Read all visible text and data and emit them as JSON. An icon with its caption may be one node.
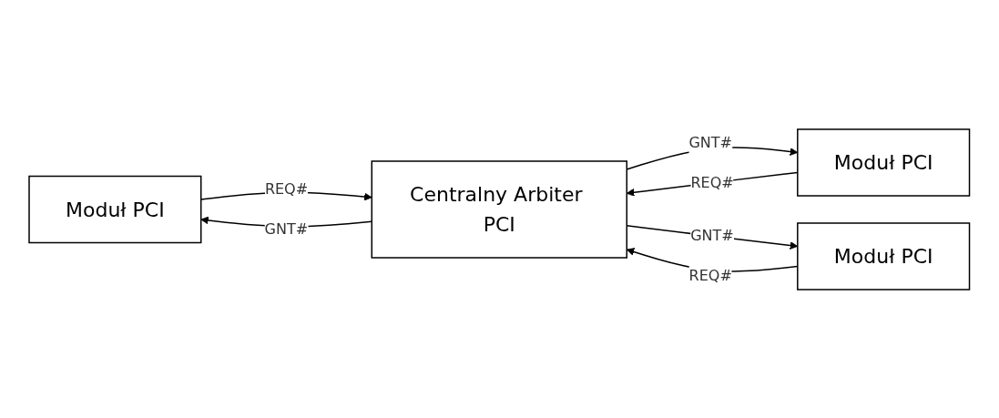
{
  "diagram": {
    "nodes": [
      {
        "text": [
          "Moduł PCI"
        ]
      },
      {
        "text": [
          "Moduł PCI"
        ]
      },
      {
        "text": [
          "Moduł PCI"
        ]
      },
      {
        "text": [
          "Centralny Arbiter PCI"
        ]
      }
    ],
    "edges": [
      {
        "from": 0,
        "to": 3,
        "arrow": "to",
        "label": "REQ#"
      },
      {
        "from": 3,
        "to": 0,
        "arrow": "to",
        "label": "GNT#"
      },
      {
        "from": 1,
        "to": 3,
        "arrow": "to",
        "label": "REQ#"
      },
      {
        "from": 3,
        "to": 1,
        "arrow": "to",
        "label": "GNT#"
      },
      {
        "from": 2,
        "to": 3,
        "arrow": "to",
        "label": "REQ#"
      },
      {
        "from": 3,
        "to": 2,
        "arrow": "to",
        "label": "GNT#"
      }
    ]
  }
}
